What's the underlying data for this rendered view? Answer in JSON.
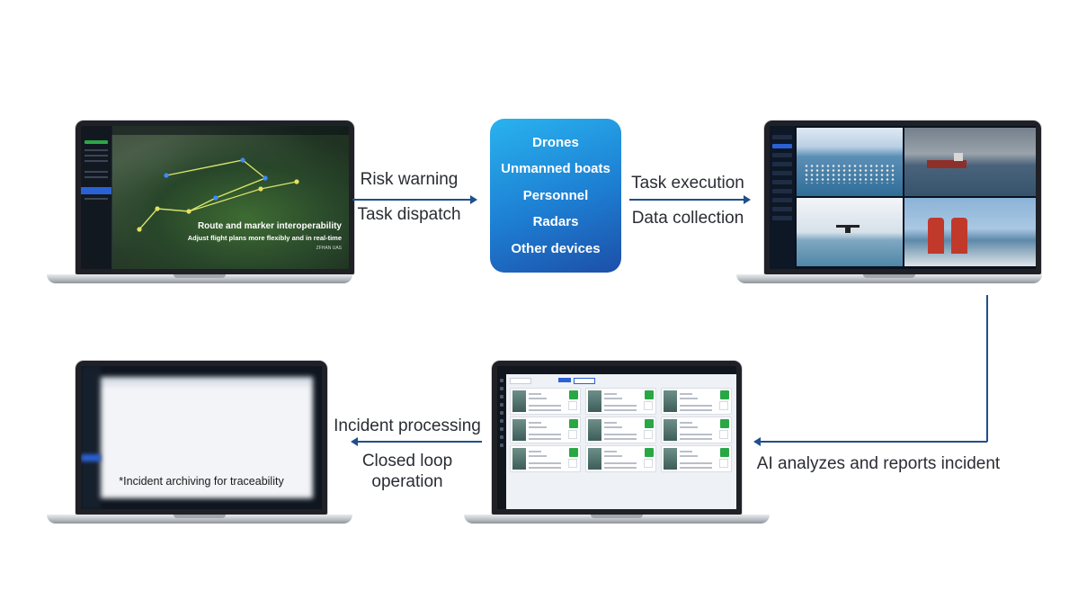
{
  "laptop_route": {
    "caption_title": "Route and marker interoperability",
    "caption_subtitle": "Adjust flight plans more flexibly and in real-time",
    "watermark": "ZFHAN UAS"
  },
  "arrow_labels": {
    "risk_warning": "Risk warning",
    "task_dispatch": "Task dispatch",
    "task_execution": "Task execution",
    "data_collection": "Data collection",
    "ai_analyzes": "AI analyzes and reports incident",
    "incident_processing": "Incident processing",
    "closed_loop_line1": "Closed loop",
    "closed_loop_line2": "operation"
  },
  "devices": {
    "items": [
      "Drones",
      "Unmanned boats",
      "Personnel",
      "Radars",
      "Other devices"
    ]
  },
  "laptop_archive": {
    "note": "*Incident archiving for traceability"
  },
  "colors": {
    "arrow": "#1f4f8c",
    "device_box_top": "#29b3ef",
    "device_box_bottom": "#1d4fa8",
    "status_green": "#2aa745"
  }
}
